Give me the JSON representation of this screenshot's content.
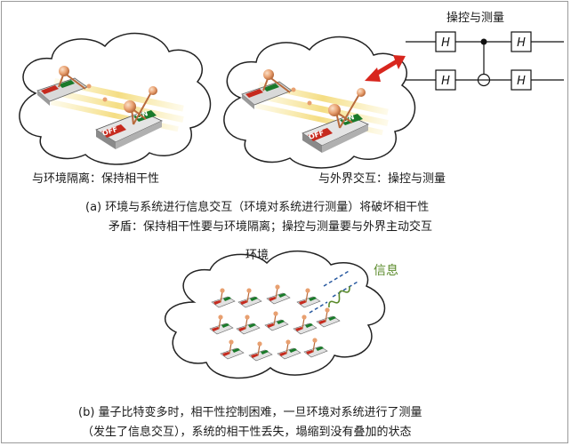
{
  "panel_a": {
    "left_caption": "与环境隔离：保持相干性",
    "right_caption": "与外界交互：操控与测量",
    "circuit_title": "操控与测量",
    "gate_label": "H",
    "caption_line1": "(a) 环境与系统进行信息交互（环境对系统进行测量）将破坏相干性",
    "caption_line2": "矛盾：保持相干性要与环境隔离；操控与测量要与外界主动交互"
  },
  "panel_b": {
    "environment_label": "环境",
    "info_label": "信息",
    "caption_line1": "(b) 量子比特变多时，相干性控制困难，一旦环境对系统进行了测量",
    "caption_line2": "（发生了信息交互），系统的相干性丢失，塌缩到没有叠加的状态"
  },
  "switch": {
    "on_label": "ON",
    "off_label": "OFF"
  },
  "colors": {
    "on_green": "#1a7a2a",
    "off_red": "#c62a1e",
    "arrow_red": "#d8261e",
    "info_green": "#5a8a2a",
    "laser_yellow": "#f1d25a",
    "ball_orange": "#e8a070"
  }
}
